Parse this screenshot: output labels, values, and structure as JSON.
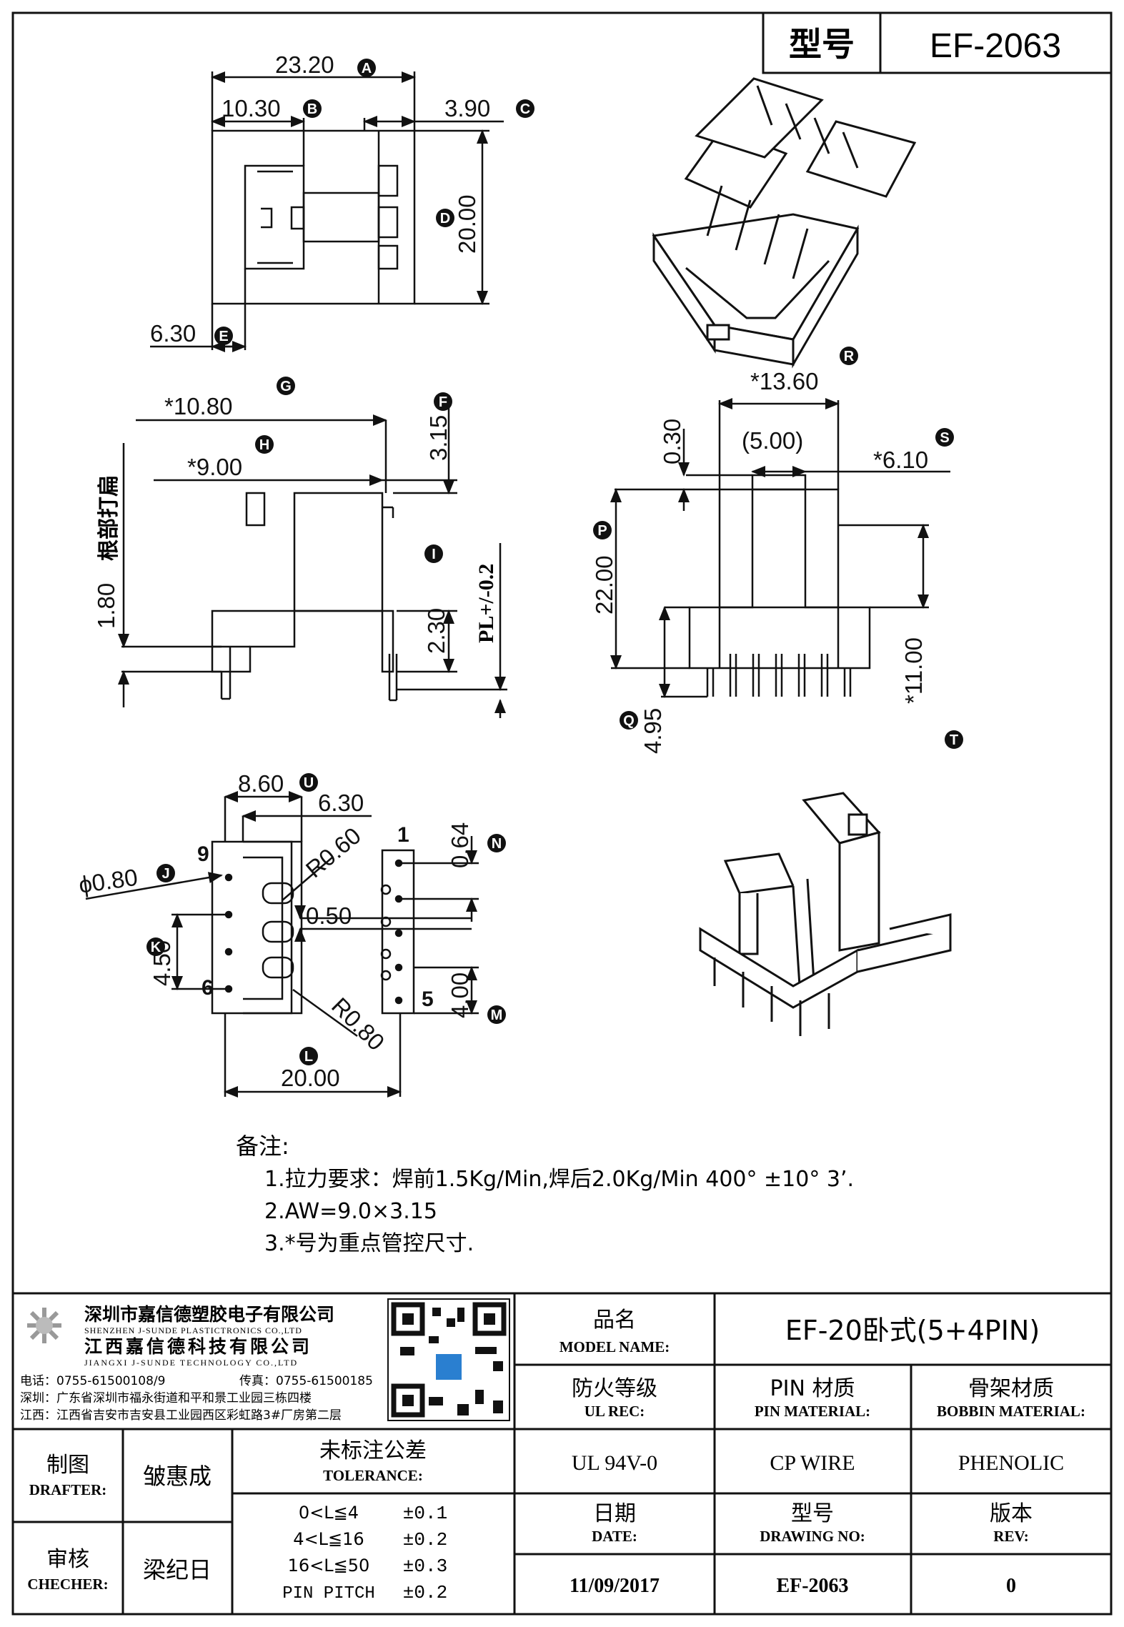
{
  "header": {
    "model_label": "型号",
    "model_value": "EF-2063"
  },
  "dimensions": {
    "top_view": {
      "a": "23.20",
      "b": "10.30",
      "c": "3.90",
      "d": "20.00",
      "e": "6.30"
    },
    "side_view": {
      "g": "*10.80",
      "h": "*9.00",
      "f": "3.15",
      "side_note": "根部打扁",
      "v180": "1.80",
      "i": "2.30",
      "pl": "PL+/-0.2"
    },
    "front_view": {
      "r": "*13.60",
      "q03": "0.30",
      "s5": "(5.00)",
      "s": "*6.10",
      "p": "22.00",
      "t": "*11.00",
      "q": "4.95"
    },
    "bottom_view": {
      "u": "8.60",
      "u2": "6.30",
      "j": "ϕ0.80",
      "r060": "R0.60",
      "b050": "0.50",
      "r080": "R0.80",
      "k": "4.50",
      "n": "0.64",
      "m": "4.00",
      "l": "20.00",
      "pin_labels": [
        "9",
        "6",
        "1",
        "5"
      ]
    },
    "markers": [
      "A",
      "B",
      "C",
      "D",
      "E",
      "F",
      "G",
      "H",
      "I",
      "J",
      "K",
      "L",
      "M",
      "N",
      "P",
      "Q",
      "R",
      "S",
      "T",
      "U"
    ]
  },
  "notes": {
    "title": "备注:",
    "items": [
      "1.拉力要求：焊前1.5Kg/Min,焊后2.0Kg/Min 400° ±10° 3’.",
      "2.AW=9.0×3.15",
      "3.*号为重点管控尺寸."
    ]
  },
  "company": {
    "name_cn_1": "深圳市嘉信德塑胶电子有限公司",
    "name_en_1": "SHENZHEN J-SUNDE PLASTICTRONICS CO.,LTD",
    "name_cn_2": "江西嘉信德科技有限公司",
    "name_en_2": "JIANGXI J-SUNDE TECHNOLOGY CO.,LTD",
    "tel": "电话：0755-61500108/9",
    "fax": "传真：0755-61500185",
    "addr_sz": "深圳：广东省深圳市福永街道和平和景工业园三栋四楼",
    "addr_jx": "江西：江西省吉安市吉安县工业园西区彩虹路3#厂房第二层"
  },
  "title_block": {
    "model_name_cn": "品名",
    "model_name_en": "MODEL NAME:",
    "model_name_value": "EF-20卧式(5+4PIN)",
    "ul_cn": "防火等级",
    "ul_en": "UL REC:",
    "ul_value": "UL 94V-0",
    "pin_cn": "PIN 材质",
    "pin_en": "PIN MATERIAL:",
    "pin_value": "CP WIRE",
    "bobbin_cn": "骨架材质",
    "bobbin_en": "BOBBIN MATERIAL:",
    "bobbin_value": "PHENOLIC",
    "drafter_cn": "制图",
    "drafter_en": "DRAFTER:",
    "drafter_value": "皱惠成",
    "checker_cn": "审核",
    "checker_en": "CHECHER:",
    "checker_value": "梁纪日",
    "tol_cn": "未标注公差",
    "tol_en": "TOLERANCE:",
    "tolerances": [
      {
        "range": "0<L≦4",
        "value": "±0.1"
      },
      {
        "range": "4<L≦16",
        "value": "±0.2"
      },
      {
        "range": "16<L≦50",
        "value": "±0.3"
      },
      {
        "range": "PIN PITCH",
        "value": "±0.2"
      }
    ],
    "date_cn": "日期",
    "date_en": "DATE:",
    "date_value": "11/09/2017",
    "drawing_cn": "型号",
    "drawing_en": "DRAWING NO:",
    "drawing_value": "EF-2063",
    "rev_cn": "版本",
    "rev_en": "REV:",
    "rev_value": "0"
  }
}
